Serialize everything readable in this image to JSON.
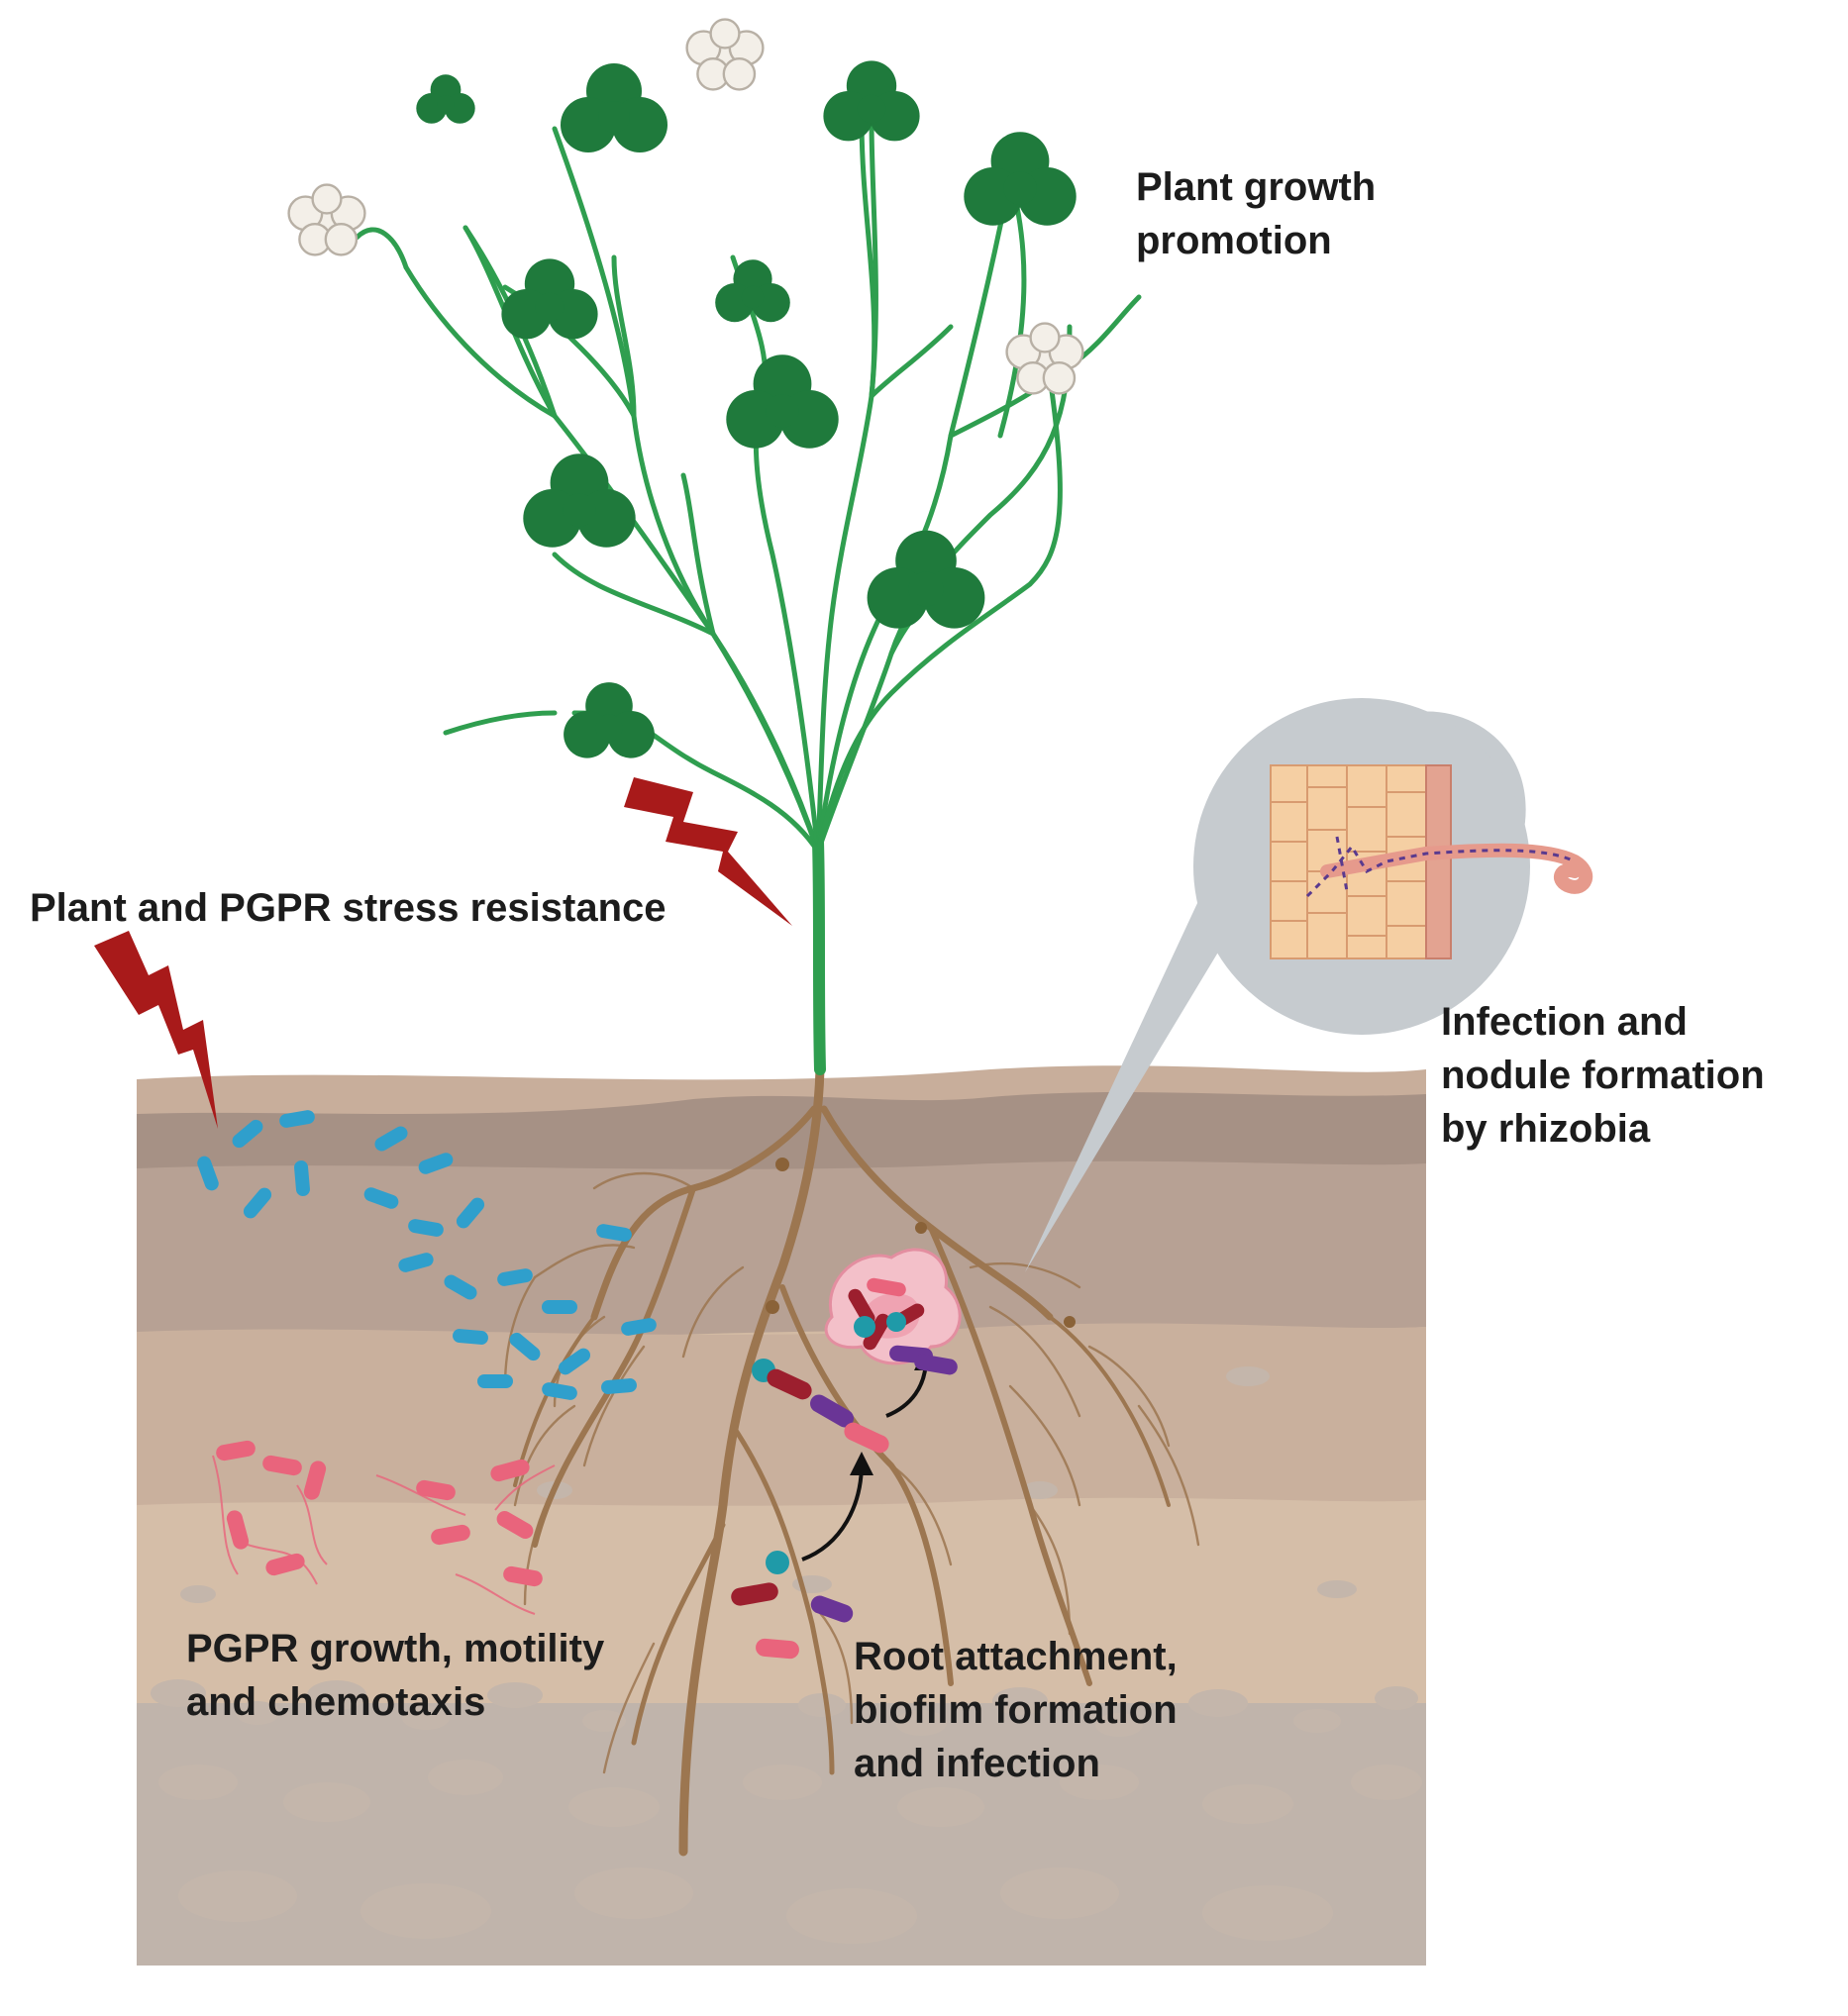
{
  "labels": {
    "growth_promotion": [
      "Plant growth",
      "promotion"
    ],
    "stress_resistance": [
      "Plant and PGPR stress resistance"
    ],
    "nodule_formation": [
      "Infection and",
      "nodule formation",
      "by rhizobia"
    ],
    "pgpr_growth": [
      "PGPR growth, motility",
      "and chemotaxis"
    ],
    "root_attachment": [
      "Root attachment,",
      "biofilm formation",
      "and infection"
    ]
  },
  "colors": {
    "leaf": "#1f7a3c",
    "stem": "#2f9e4f",
    "root": "#9c7650",
    "soil_top": "#a59085",
    "soil_mid": "#b7a092",
    "soil_low": "#d0b8a1",
    "soil_bottom": "#c0b4ab",
    "lightning": "#a81a1a",
    "blue_bacteria": "#2f9fcc",
    "pink_bacteria": "#e9647c",
    "darkred_bacteria": "#9c1f2e",
    "purple_bacteria": "#6a3596",
    "teal_cell": "#1f9aa8",
    "callout": "#c7ccd0",
    "root_cells": "#f5cfa3"
  },
  "icons": [
    "clover-leaf-icon",
    "white-flower-icon",
    "lightning-bolt-icon",
    "bacterium-icon",
    "root-nodule-icon",
    "infection-thread-icon",
    "curved-arrow-icon"
  ]
}
